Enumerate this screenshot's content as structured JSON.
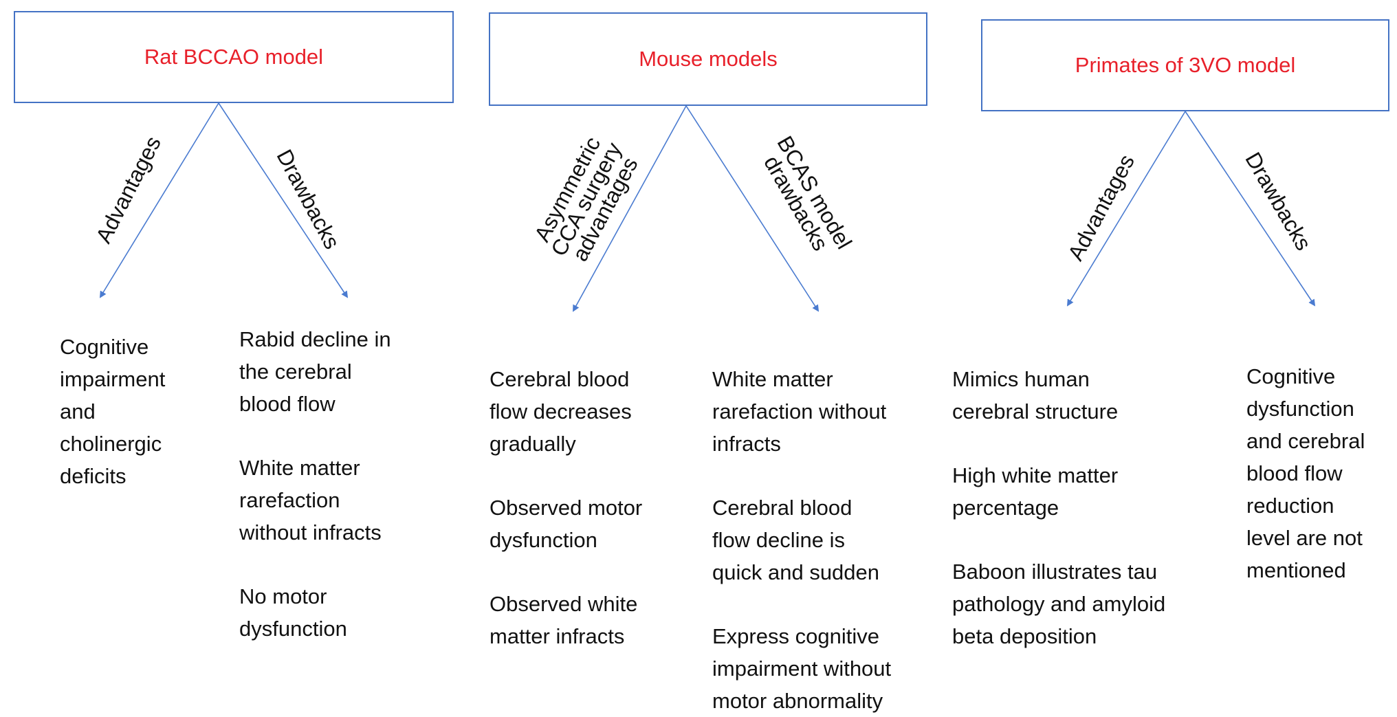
{
  "colors": {
    "box_border": "#4472c4",
    "box_title": "#e8202a",
    "arrow": "#4a7bd0",
    "text": "#111111"
  },
  "models": [
    {
      "title": "Rat BCCAO model",
      "left_branch": {
        "label": [
          "Advantages"
        ],
        "items": [
          [
            "Cognitive",
            "impairment",
            "and",
            "cholinergic",
            "deficits"
          ]
        ]
      },
      "right_branch": {
        "label": [
          "Drawbacks"
        ],
        "items": [
          [
            "Rabid decline in",
            "the cerebral",
            "blood flow"
          ],
          [
            "White matter",
            "rarefaction",
            "without infracts"
          ],
          [
            "No motor",
            "dysfunction"
          ]
        ]
      }
    },
    {
      "title": "Mouse models",
      "left_branch": {
        "label": [
          "Asymmetric",
          "CCA surgery",
          "advantages"
        ],
        "items": [
          [
            "Cerebral blood",
            "flow decreases",
            "gradually"
          ],
          [
            "Observed motor",
            "dysfunction"
          ],
          [
            "Observed white",
            "matter infracts"
          ]
        ]
      },
      "right_branch": {
        "label": [
          "BCAS model",
          "drawbacks"
        ],
        "items": [
          [
            "White matter",
            "rarefaction without",
            "infracts"
          ],
          [
            "Cerebral blood",
            "flow decline is",
            "quick and sudden"
          ],
          [
            "Express cognitive",
            "impairment without",
            "motor abnormality"
          ]
        ]
      }
    },
    {
      "title": "Primates of 3VO model",
      "left_branch": {
        "label": [
          "Advantages"
        ],
        "items": [
          [
            "Mimics human",
            "cerebral structure"
          ],
          [
            "High white matter",
            "percentage"
          ],
          [
            "Baboon illustrates tau",
            "pathology and amyloid",
            "beta deposition"
          ]
        ]
      },
      "right_branch": {
        "label": [
          "Drawbacks"
        ],
        "items": [
          [
            "Cognitive",
            "dysfunction",
            "and cerebral",
            "blood flow",
            "reduction",
            "level are not",
            "mentioned"
          ]
        ]
      }
    }
  ]
}
